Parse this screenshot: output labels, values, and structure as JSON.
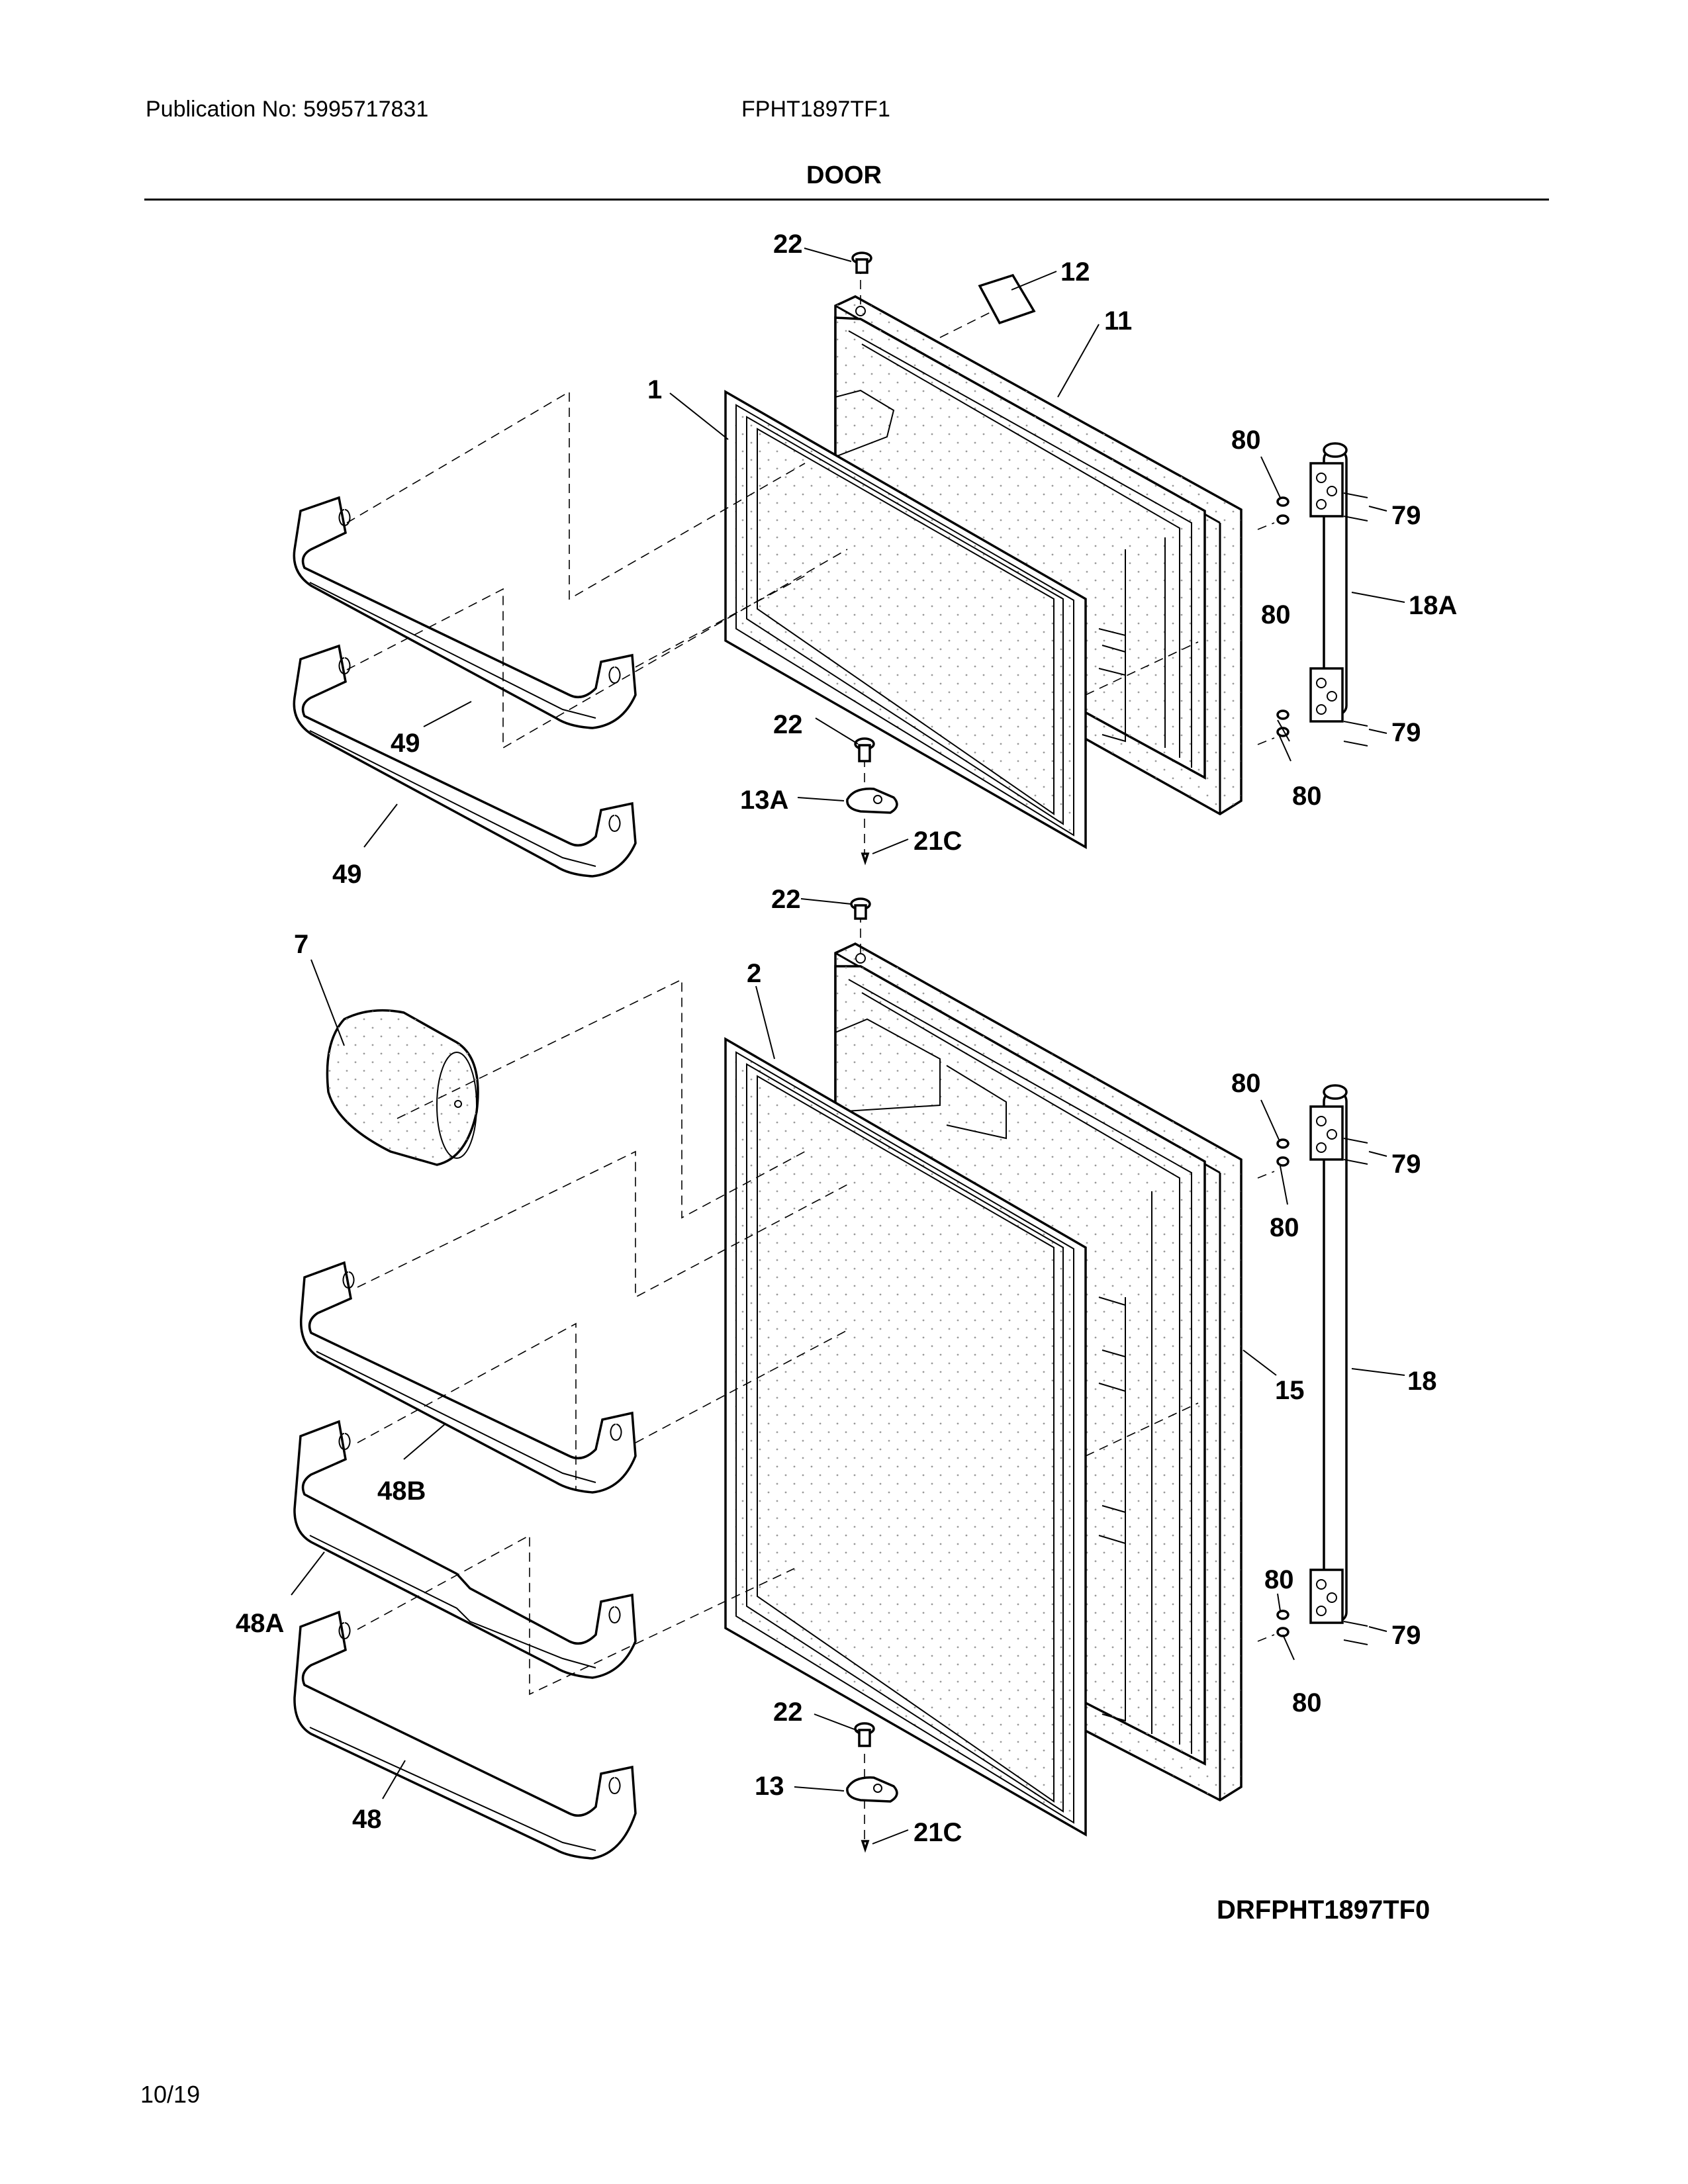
{
  "header": {
    "publication": "Publication No: 5995717831",
    "model": "FPHT1897TF1",
    "section_title": "DOOR"
  },
  "footer": {
    "diagram_id": "DRFPHT1897TF0",
    "date": "10/19"
  },
  "callouts": {
    "c22_top": "22",
    "c12": "12",
    "c11": "11",
    "c1": "1",
    "c80_a": "80",
    "c79_a": "79",
    "c18a": "18A",
    "c80_b": "80",
    "c79_b": "79",
    "c80_c": "80",
    "c22_mid": "22",
    "c13a": "13A",
    "c21c_a": "21C",
    "c49_a": "49",
    "c49_b": "49",
    "c22_low": "22",
    "c7": "7",
    "c2": "2",
    "c80_d": "80",
    "c79_c": "79",
    "c80_e": "80",
    "c15": "15",
    "c18": "18",
    "c48b": "48B",
    "c80_f": "80",
    "c48a": "48A",
    "c79_d": "79",
    "c80_g": "80",
    "c22_bot": "22",
    "c13": "13",
    "c21c_b": "21C",
    "c48": "48"
  }
}
